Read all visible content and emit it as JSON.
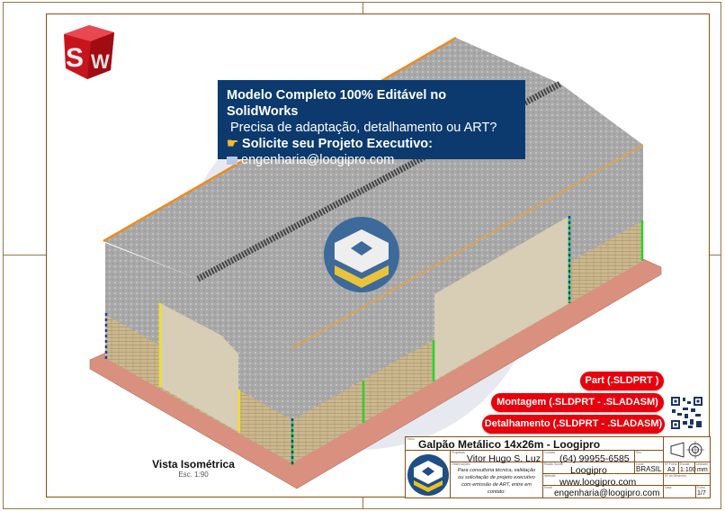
{
  "banner": {
    "line1": "Modelo Completo 100% Editável no SolidWorks",
    "line2": "Precisa de adaptação, detalhamento ou ART?",
    "line3_icon": "pointing-hand-icon",
    "line3": "Solicite seu Projeto Executivo:",
    "line4_icon": "envelope-icon",
    "line4": "engenharia@loogipro.com"
  },
  "logo": {
    "text": "SW"
  },
  "file_buttons": [
    {
      "label": "Part  (.SLDPRT )"
    },
    {
      "label": "Montagem  (.SLDPRT - .SLADASM)"
    },
    {
      "label": "Detalhamento  (.SLDPRT - .SLADASM)"
    }
  ],
  "view": {
    "title": "Vista Isométrica",
    "scale": "Esc. 1:90"
  },
  "title_block": {
    "title_label": "Título",
    "title": "Galpão Metálico 14x26m - Loogipro",
    "designer_label": "Projetista",
    "designer": "Vitor Hugo S. Luz",
    "contact_label": "Contato",
    "contact": "(64) 99955-6585",
    "rev_label": "Rev",
    "notes_label": "Observações",
    "notes": "Para consultoria técnica, validação ou solicitação de projeto executivo com emissão de ART, entre em contato:",
    "company_label": "Razão Social",
    "company": "Loogipro",
    "location_label": "Local",
    "location": "BRASIL",
    "sheet_size_label": "Nº Folha",
    "sheet_size": "A3",
    "scale_label": "Escala",
    "scale": "1:100",
    "unit_label": "Unidade",
    "unit": "mm",
    "website_label": "Website",
    "website": "www.loogipro.com",
    "drawing_no_label": "Nº do Desenho",
    "email_label": "Email",
    "email": "engenharia@loogipro.com",
    "date_label": "Data",
    "sheet_label": "Folha",
    "sheet": "1/7"
  },
  "colors": {
    "frame": "#8a4f12",
    "banner": "#0c3a6e",
    "button": "#e8000c",
    "slab": "#d9907f",
    "brick": "#cbb88f",
    "eave": "#f08a1c"
  }
}
